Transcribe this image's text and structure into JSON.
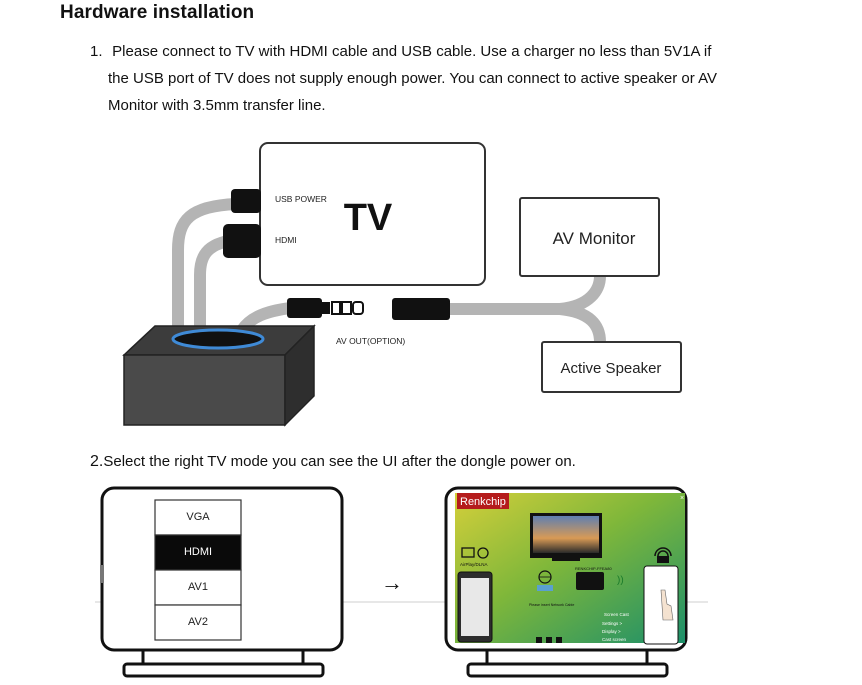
{
  "title": "Hardware installation",
  "step1": {
    "number": "1.",
    "lines": [
      "Please connect to TV with HDMI cable and USB cable. Use a charger no less than 5V1A if",
      "the USB port of TV does not supply enough power. You can connect to active speaker or AV",
      "Monitor with 3.5mm transfer line."
    ]
  },
  "diagram1": {
    "tv_label": "TV",
    "usb_power_label": "USB POWER",
    "hdmi_label": "HDMI",
    "av_monitor_label": "AV Monitor",
    "active_speaker_label": "Active Speaker",
    "av_out_label": "AV OUT(OPTION)"
  },
  "step2": {
    "number": "2.",
    "text": "Select the right TV mode you can see the UI after the dongle power on."
  },
  "diagram2": {
    "modes": [
      "VGA",
      "HDMI",
      "AV1",
      "AV2"
    ],
    "selected_mode": "HDMI",
    "arrow": "→",
    "brand": "Renkchip",
    "ui_labels": {
      "airplay": "AirPlay/DLNA",
      "miracast": "Miracast",
      "ssid": "RENKCHIP-FFEA80",
      "network_hint": "Please insert Network Cable",
      "screen_cast": "Screen Cast",
      "settings": "Settings >",
      "display": "Display >",
      "cast_screen": "Cast screen"
    }
  }
}
